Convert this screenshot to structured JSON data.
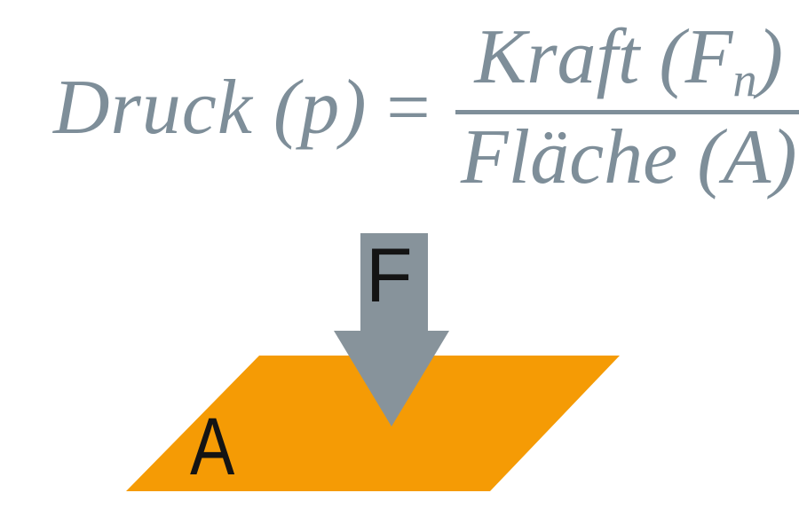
{
  "diagram": {
    "formula": {
      "lhs": "Druck (p)",
      "equals_sign": "=",
      "numerator_prefix": "Kraft (F",
      "numerator_subscript": "n",
      "numerator_suffix": ")",
      "denominator": "Fläche (A)"
    },
    "illustration": {
      "force_label": "F",
      "area_label": "A"
    },
    "colors": {
      "formula_text": "#7E8E99",
      "fraction_bar": "#7E8E99",
      "arrow_gray": "#87939B",
      "surface_orange": "#F59B05",
      "label_black": "#141414",
      "background": "#FFFFFF"
    }
  }
}
